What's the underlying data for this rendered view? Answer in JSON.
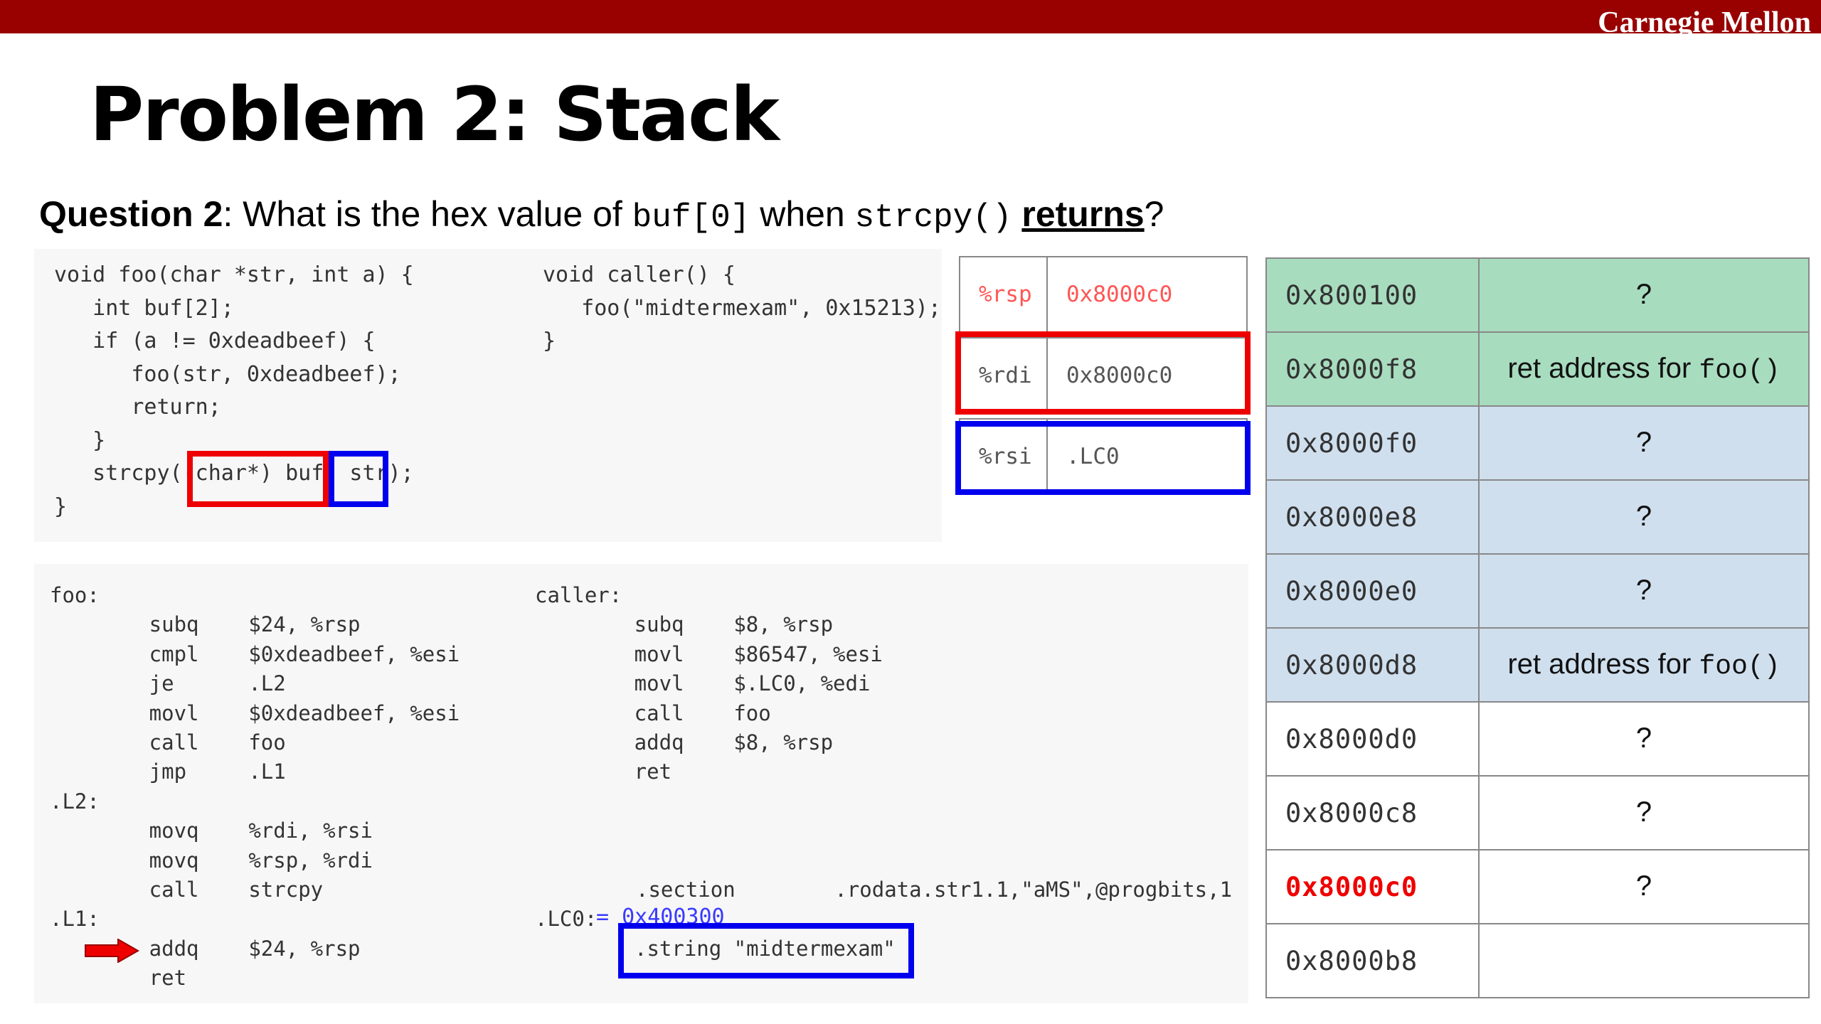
{
  "header": {
    "brand": "Carnegie Mellon",
    "color": "#990000"
  },
  "slide": {
    "title": "Problem 2: Stack",
    "question": {
      "label": "Question 2",
      "text_a": ": What is the hex value of ",
      "code_a": "buf[0]",
      "text_b": " when ",
      "code_b": "strcpy()",
      "text_c": " ",
      "emph": "returns",
      "text_d": "?"
    }
  },
  "code": {
    "foo": "void foo(char *str, int a) {\n   int buf[2];\n   if (a != 0xdeadbeef) {\n      foo(str, 0xdeadbeef);\n      return;\n   }\n   strcpy((char*) buf, str);\n}",
    "caller": "void caller() {\n   foo(\"midtermexam\", 0x15213);\n}"
  },
  "asm": {
    "foo": "foo:\n        subq    $24, %rsp\n        cmpl    $0xdeadbeef, %esi\n        je      .L2\n        movl    $0xdeadbeef, %esi\n        call    foo\n        jmp     .L1\n.L2:\n        movq    %rdi, %rsi\n        movq    %rsp, %rdi\n        call    strcpy\n.L1:\n        addq    $24, %rsp\n        ret",
    "caller": "caller:\n        subq    $8, %rsp\n        movl    $86547, %esi\n        movl    $.LC0, %edi\n        call    foo\n        addq    $8, %rsp\n        ret",
    "section": ".section        .rodata.str1.1,\"aMS\",@progbits,1",
    "lc0_label": ".LC0:",
    "lc0_addr": "= 0x400300",
    "lc0_string": ".string \"midtermexam\""
  },
  "registers": [
    {
      "name": "%rsp",
      "value": "0x8000c0"
    },
    {
      "name": "%rdi",
      "value": "0x8000c0"
    },
    {
      "name": "%rsi",
      "value": ".LC0"
    }
  ],
  "stack": [
    {
      "addr": "0x800100",
      "text": "?",
      "code": ""
    },
    {
      "addr": "0x8000f8",
      "text": "ret address for ",
      "code": "foo()"
    },
    {
      "addr": "0x8000f0",
      "text": "?",
      "code": ""
    },
    {
      "addr": "0x8000e8",
      "text": "?",
      "code": ""
    },
    {
      "addr": "0x8000e0",
      "text": "?",
      "code": ""
    },
    {
      "addr": "0x8000d8",
      "text": "ret address for ",
      "code": "foo()"
    },
    {
      "addr": "0x8000d0",
      "text": "?",
      "code": ""
    },
    {
      "addr": "0x8000c8",
      "text": "?",
      "code": ""
    },
    {
      "addr": "0x8000c0",
      "text": "?",
      "code": ""
    },
    {
      "addr": "0x8000b8",
      "text": "",
      "code": ""
    }
  ],
  "colors": {
    "highlight_red": "#ee0000",
    "highlight_blue": "#0000ee",
    "frame_green": "#a8dcbf",
    "frame_blue": "#cfdfee"
  },
  "icons": {
    "pc_arrow": "right-arrow-icon"
  }
}
